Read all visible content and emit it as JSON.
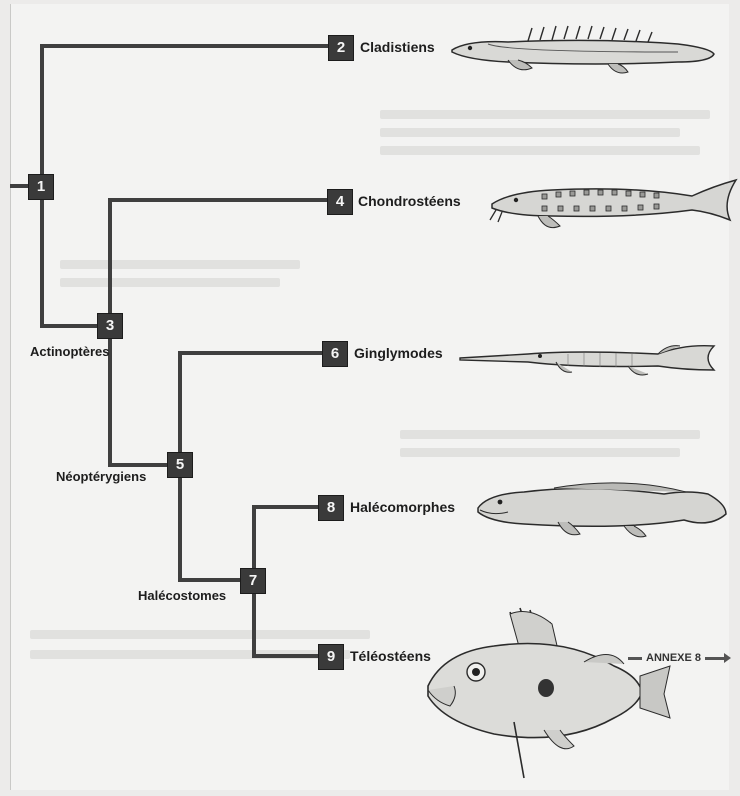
{
  "nodes": [
    "1",
    "3",
    "5",
    "7"
  ],
  "leaves": [
    {
      "number": "2",
      "name": "Cladistiens",
      "fish_icon": "bichir-fish-icon"
    },
    {
      "number": "4",
      "name": "Chondrostéens",
      "fish_icon": "sturgeon-fish-icon"
    },
    {
      "number": "6",
      "name": "Ginglymodes",
      "fish_icon": "gar-fish-icon"
    },
    {
      "number": "8",
      "name": "Halécomorphes",
      "fish_icon": "bowfin-fish-icon"
    },
    {
      "number": "9",
      "name": "Téléostéens",
      "fish_icon": "john-dory-fish-icon"
    }
  ],
  "clade_labels": {
    "actinopteres": "Actinoptères",
    "neopterygiens": "Néoptérygiens",
    "halecostomes": "Halécostomes"
  },
  "annex": {
    "label": "ANNEXE 8"
  },
  "colors": {
    "line": "#3f3f3f",
    "node_fill": "#3a3a3a",
    "node_text": "#f5f5f5"
  }
}
